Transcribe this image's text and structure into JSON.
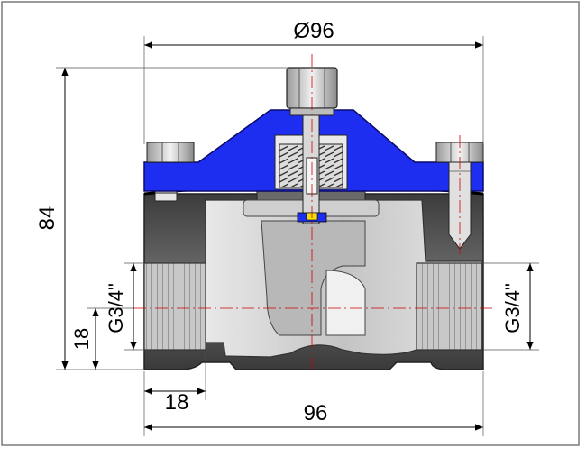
{
  "drawing": {
    "dims": {
      "top_diameter": "Ø96",
      "overall_height": "84",
      "left_thread": "G3/4\"",
      "right_thread": "G3/4\"",
      "axis_height": "18",
      "thread_length": "18",
      "body_length": "96"
    },
    "colors": {
      "border": "#7a7a7a",
      "dimension_line": "#000000",
      "centerline": "#cc0000",
      "bonnet_blue": "#1e2ef0",
      "body_dark": "#4a4a4a",
      "body_mid": "#8c8c8c",
      "body_light": "#d6d6d6",
      "thread": "#b5b5b5"
    }
  }
}
